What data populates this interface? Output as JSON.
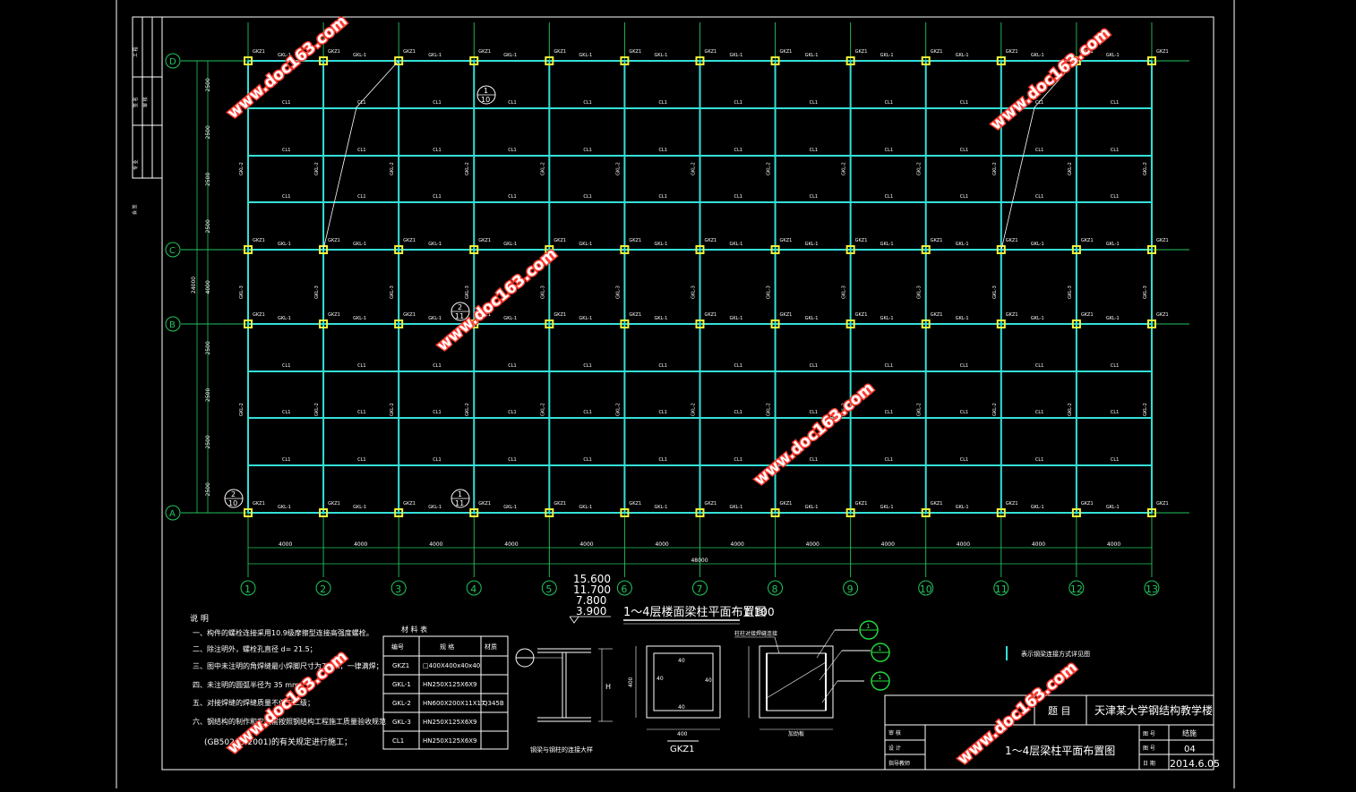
{
  "colors": {
    "background": "#000000",
    "grid_line": "#22c55e",
    "beam": "#34e0d8",
    "column": "#f2f23a",
    "text": "#ffffff",
    "watermark": "#ff3b30",
    "frame": "#ffffff"
  },
  "plan": {
    "col_axes": [
      "1",
      "2",
      "3",
      "4",
      "5",
      "6",
      "7",
      "8",
      "9",
      "10",
      "11",
      "12",
      "13"
    ],
    "row_axes": [
      "D",
      "C",
      "B",
      "A"
    ],
    "col_spacing_label": "4000",
    "col_total_label": "48000",
    "row_spacing_labels": [
      "2500",
      "2500",
      "2500",
      "2500",
      "4000",
      "2500",
      "2500",
      "2500",
      "2500"
    ],
    "row_total_label": "24000",
    "column_label": "GKZ1",
    "beam_label_x": "GKL-1",
    "beam_label_y_top": "GKL-2",
    "beam_label_y_mid": "GKL-3",
    "secondary_beam_label": "CL1",
    "section_marks": [
      {
        "top": "1",
        "bottom": "10"
      },
      {
        "top": "2",
        "bottom": "11"
      },
      {
        "top": "2",
        "bottom": "10"
      },
      {
        "top": "1",
        "bottom": "11"
      }
    ]
  },
  "elevations": [
    "15.600",
    "11.700",
    "7.800",
    "3.900"
  ],
  "plan_title": "1～4层楼面梁柱平面布置图",
  "plan_scale": "1:100",
  "notes": {
    "heading": "说 明",
    "items": [
      "一、构件的螺栓连接采用10.9级摩擦型连接高强度螺栓。",
      "二、除注明外，螺栓孔直径 d= 21.5；",
      "三、图中未注明的角焊缝最小焊脚尺寸为7mm，一律满焊；",
      "四、未注明的圆弧半径为 35 mm；",
      "五、对接焊缝的焊缝质量不低于二级；",
      "六、钢结构的制作和安装需按照钢结构工程施工质量验收规范",
      "(GB50205-2001)的有关规定进行施工；"
    ]
  },
  "materials": {
    "title": "材 料 表",
    "headers": [
      "编号",
      "规 格",
      "材质"
    ],
    "rows": [
      {
        "code": "GKZ1",
        "spec": "□400X400x40x40",
        "mat": ""
      },
      {
        "code": "GKL-1",
        "spec": "HN250X125X6X9",
        "mat": ""
      },
      {
        "code": "GKL-2",
        "spec": "HN600X200X11X17",
        "mat": "Q345B"
      },
      {
        "code": "GKL-3",
        "spec": "HN250X125X6X9",
        "mat": ""
      },
      {
        "code": "CL1",
        "spec": "HN250X125X6X9",
        "mat": ""
      }
    ]
  },
  "details": {
    "beam_section_label": "钢梁与钢柱的连接大样",
    "beam_section_h": "H",
    "column_section_label": "GKZ1",
    "column_dim_outer": "400",
    "column_dim_t": "40",
    "stiffener_label": "加劲板",
    "weld_label": "柱柱对接焊缝连接",
    "weld_mark": "1"
  },
  "legend_note": "表示钢梁连接方式详见图",
  "title_block": {
    "label_topic": "题 目",
    "project": "天津某大学钢结构教学楼",
    "drawing_title": "1～4层梁柱平面布置图",
    "labels_left": [
      "审 核",
      "设 计",
      "指导教师"
    ],
    "label_sheet": "图 号",
    "sheet_value": "结施",
    "label_number": "图 号",
    "number_value": "04",
    "label_date": "日 期",
    "date_value": "2014.6.05"
  },
  "left_strip": {
    "labels": [
      "工 程",
      "签 名",
      "审 核",
      "专 业"
    ],
    "side_label": "会 签"
  },
  "watermarks": [
    "www.doc163.com",
    "www.doc163.com",
    "www.doc163.com",
    "www.doc163.com",
    "www.doc163.com",
    "www.doc163.com"
  ]
}
